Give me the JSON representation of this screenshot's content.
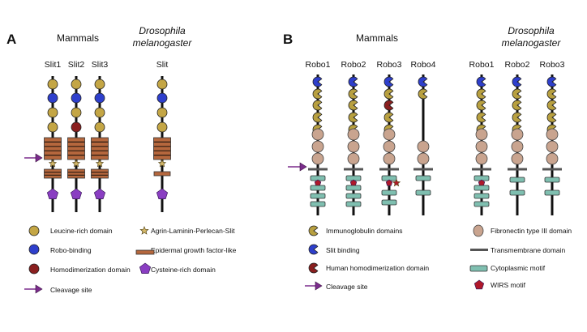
{
  "colors": {
    "leucine": "#c4a645",
    "robo_binding": "#2e3fcc",
    "homodimerization": "#8a1f1f",
    "egf": "#b5673d",
    "cysteine": "#8a3ec2",
    "alps_star": "#d4b86a",
    "slit_binding": "#2e3fcc",
    "ig": "#b8a040",
    "fn3": "#c9a48f",
    "transmembrane": "#555555",
    "cytoplasmic": "#7fbfb0",
    "wirs": "#b0182a",
    "cleavage_arrow": "#7b2c8c",
    "backbone": "#111111"
  },
  "panelA": {
    "letter": "A",
    "mammals_title": "Mammals",
    "dros_title_1": "Drosophila",
    "dros_title_2": "melanogaster",
    "proteins": [
      "Slit1",
      "Slit2",
      "Slit3",
      "Slit"
    ],
    "legend": {
      "leucine": "Leucine-rich domain",
      "robo_binding": "Robo-binding",
      "homodimerization": "Homodimerization domain",
      "cleavage": "Cleavage site",
      "alps": "Agrin-Laminin-Perlecan-Slit",
      "egf": "Epidermal growth factor-like",
      "cysteine": "Cysteine-rich domain"
    }
  },
  "panelB": {
    "letter": "B",
    "mammals_title": "Mammals",
    "dros_title_1": "Drosophila",
    "dros_title_2": "melanogaster",
    "mammal_proteins": [
      "Robo1",
      "Robo2",
      "Robo3",
      "Robo4"
    ],
    "dros_proteins": [
      "Robo1",
      "Robo2",
      "Robo3"
    ],
    "legend": {
      "ig": "Immunoglobulin domains",
      "slit_binding": "Slit binding",
      "human_homodim": "Human homodimerization domain",
      "cleavage": "Cleavage site",
      "fn3": "Fibronectin type III domain",
      "transmembrane": "Transmembrane domain",
      "cytoplasmic": "Cytoplasmic motif",
      "wirs": "WIRS motif"
    }
  }
}
